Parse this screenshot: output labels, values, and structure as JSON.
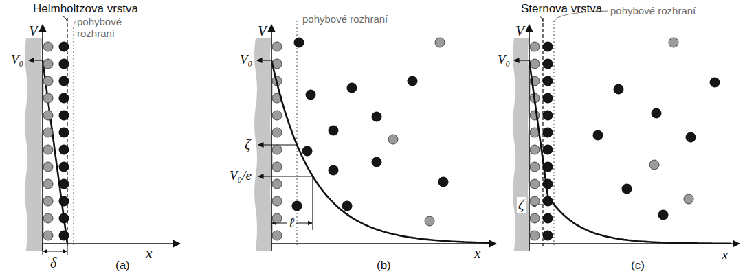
{
  "diagram": {
    "labels": [
      "Helmholtzova vrstva",
      "pohybové rozhraní",
      "V",
      "V₀",
      "δ",
      "x",
      "(a)",
      "pohybové rozhraní",
      "V",
      "V₀",
      "ζ",
      "V₀/e",
      "ℓ",
      "x",
      "(b)",
      "Sternova vrstva",
      "pohybové rozhraní",
      "V",
      "V₀",
      "ζ",
      "x",
      "(c)"
    ]
  }
}
